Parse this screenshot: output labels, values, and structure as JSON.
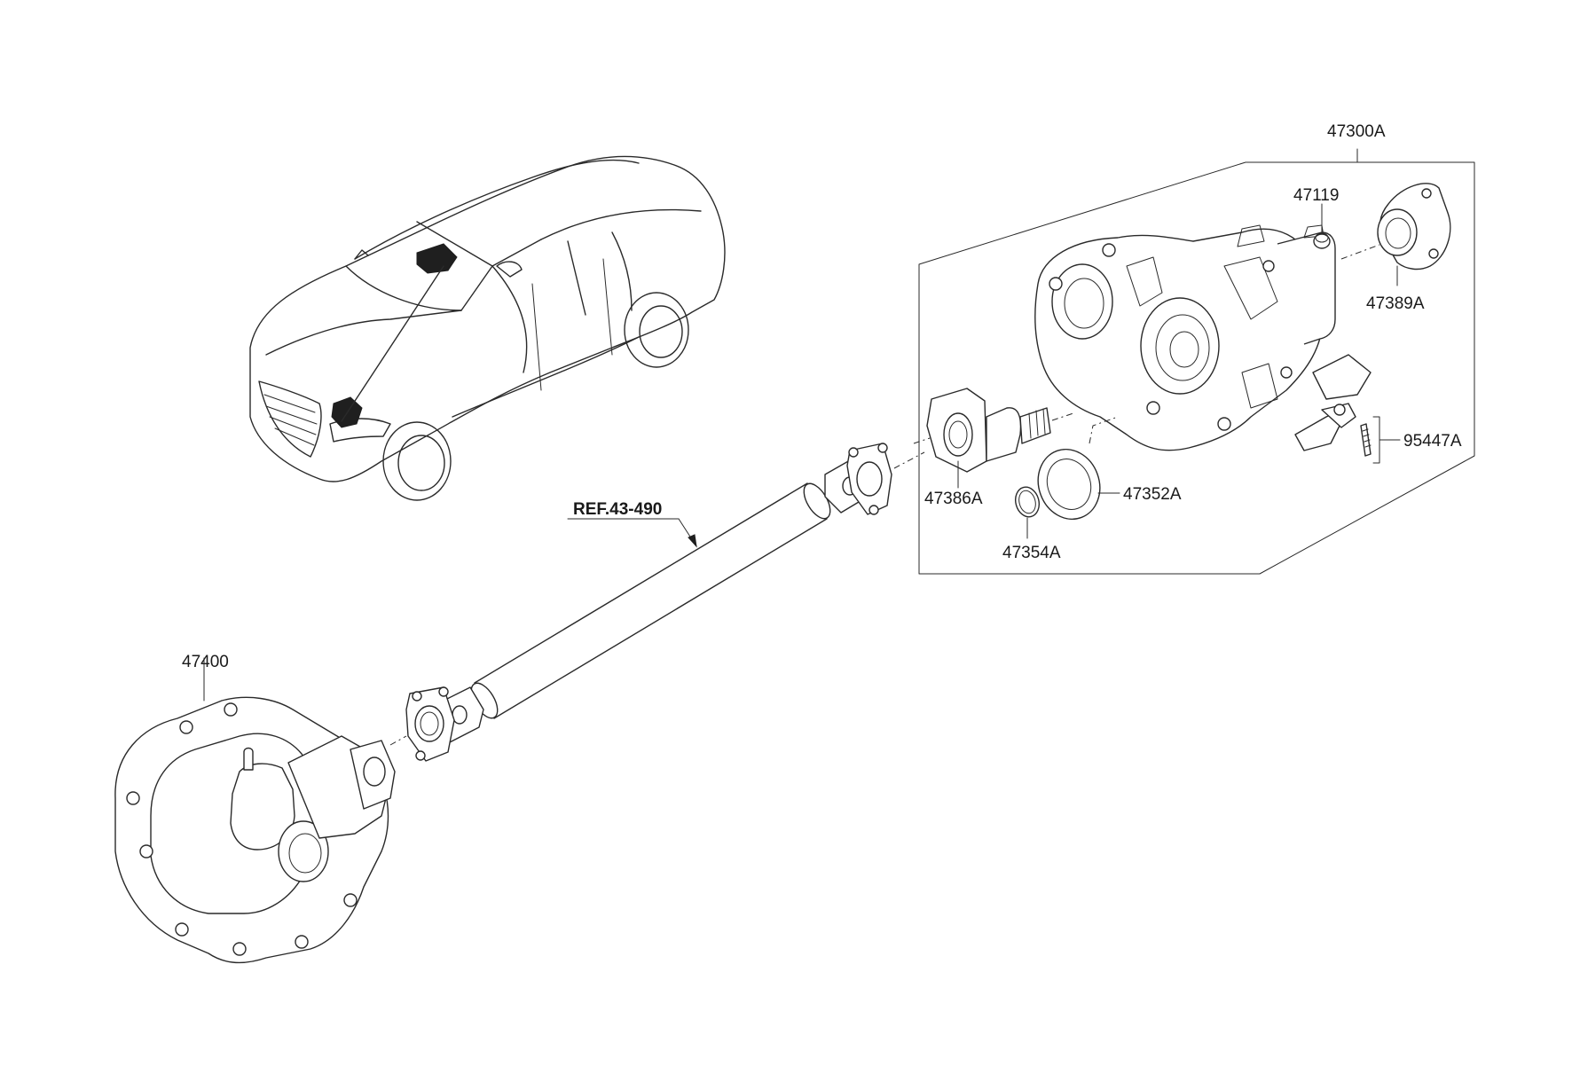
{
  "callouts": {
    "p47300A": "47300A",
    "p47119": "47119",
    "p47389A": "47389A",
    "p95447A": "95447A",
    "p47386A": "47386A",
    "p47352A": "47352A",
    "p47354A": "47354A",
    "p47400": "47400",
    "ref": "REF.43-490"
  },
  "icons": [
    "car-illustration",
    "transfer-case",
    "propeller-shaft",
    "front-differential"
  ],
  "colors": {
    "line": "#2a2a2a",
    "background": "#ffffff"
  }
}
